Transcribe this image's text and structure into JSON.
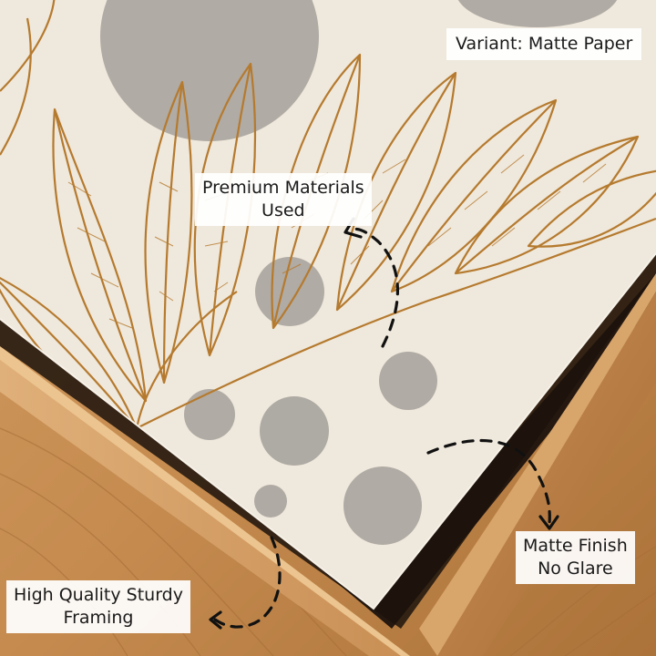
{
  "image": {
    "palette": {
      "paper": "#efe8dc",
      "leaf_gold": "#b57a2e",
      "dot_gray": "#a8a49e",
      "wood_light": "#d9a66c",
      "wood_dark": "#9a6534",
      "frame_inner": "#2a1d14",
      "arrow": "#111111"
    },
    "callouts": {
      "variant": {
        "lines": [
          "Variant: Matte Paper"
        ]
      },
      "premium": {
        "lines": [
          "Premium Materials",
          "Used"
        ]
      },
      "matte": {
        "lines": [
          "Matte Finish",
          "No Glare"
        ]
      },
      "framing": {
        "lines": [
          "High Quality Sturdy",
          "Framing"
        ]
      }
    }
  }
}
